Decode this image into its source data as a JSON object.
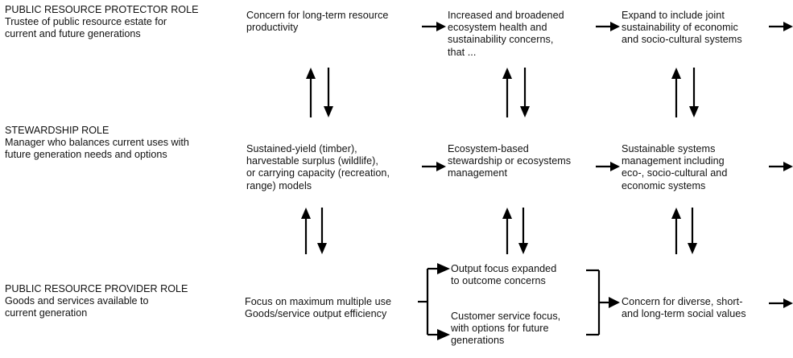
{
  "diagram": {
    "title_semantic": "evolution-of-public-resource-management-roles",
    "ink_color": "#000000",
    "background": "#ffffff"
  },
  "rows": [
    {
      "id": "public-resource-protector",
      "role_title": "PUBLIC RESOURCE PROTECTOR ROLE",
      "role_description": "Trustee of public resource estate for\ncurrent and future generations",
      "stages": [
        "Concern for long-term resource\nproductivity",
        "Increased and broadened\necosystem health and\nsustainability concerns,\nthat ...",
        "Expand to include joint\nsustainability of economic\nand socio-cultural systems"
      ]
    },
    {
      "id": "stewardship",
      "role_title": "STEWARDSHIP ROLE",
      "role_description": "Manager who balances current uses with\nfuture generation needs and options",
      "stages": [
        "Sustained-yield (timber),\nharvestable surplus (wildlife),\nor carrying capacity (recreation,\nrange) models",
        "Ecosystem-based\nstewardship or ecosystems\nmanagement",
        "Sustainable systems\nmanagement including\neco-, socio-cultural and\neconomic systems"
      ]
    },
    {
      "id": "public-resource-provider",
      "role_title": "PUBLIC RESOURCE PROVIDER ROLE",
      "role_description": "Goods and services available to\ncurrent generation",
      "stages": [
        "Focus on maximum multiple use\nGoods/service output efficiency",
        "Output focus expanded\nto outcome concerns",
        "Customer service focus,\nwith options for future\ngenerations",
        "Concern for diverse, short-\nand long-term social values"
      ]
    }
  ],
  "connectors": {
    "horizontal_arrow": "arrow-right-icon",
    "vertical_pair_up": "arrow-up-icon",
    "vertical_pair_down": "arrow-down-icon",
    "split_bracket": "split-bracket-icon",
    "merge_bracket": "merge-bracket-icon"
  }
}
